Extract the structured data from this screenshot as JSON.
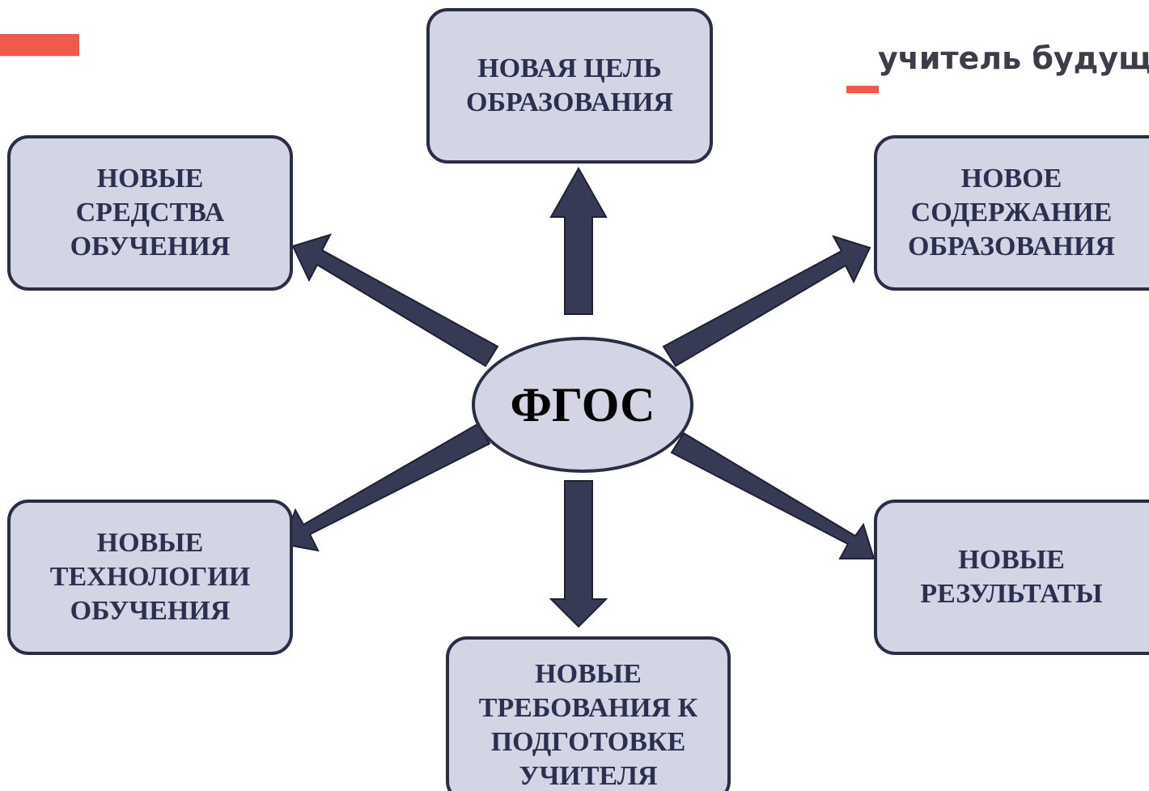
{
  "brand": {
    "text": "учитель будущ",
    "accent_color": "#ef5a4a"
  },
  "diagram": {
    "center": {
      "label": "ФГОС"
    },
    "nodes": [
      {
        "id": "top",
        "label": "НОВАЯ ЦЕЛЬ\nОБРАЗОВАНИЯ"
      },
      {
        "id": "top-left",
        "label": "НОВЫЕ\nСРЕДСТВА\nОБУЧЕНИЯ"
      },
      {
        "id": "top-right",
        "label": "НОВОЕ\nСОДЕРЖАНИЕ\nОБРАЗОВАНИЯ"
      },
      {
        "id": "bottom-left",
        "label": "НОВЫЕ\nТЕХНОЛОГИИ\nОБУЧЕНИЯ"
      },
      {
        "id": "bottom-right",
        "label": "НОВЫЕ\nРЕЗУЛЬТАТЫ"
      },
      {
        "id": "bottom",
        "label": "НОВЫЕ\nТРЕБОВАНИЯ К\nПОДГОТОВКЕ\nУЧИТЕЛЯ"
      }
    ],
    "colors": {
      "box_fill": "#d4d5e4",
      "box_border": "#2a2e44",
      "arrow_fill": "#363a55"
    }
  }
}
